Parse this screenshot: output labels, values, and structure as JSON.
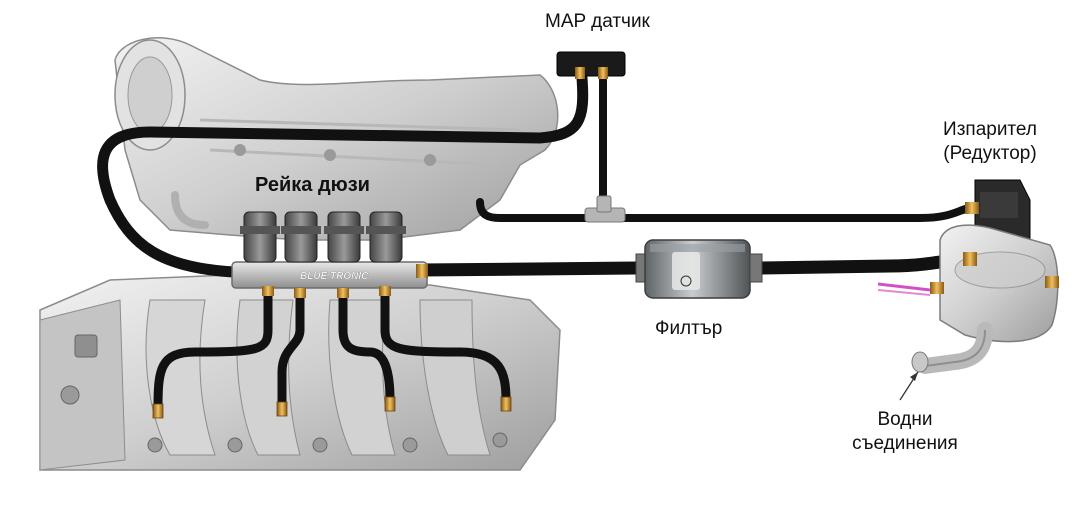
{
  "labels": {
    "map_sensor": "MAP датчик",
    "injector_rail": "Рейка дюзи",
    "vaporizer_line1": "Изпарител",
    "vaporizer_line2": "(Редуктор)",
    "filter": "Филтър",
    "water_line1": "Водни",
    "water_line2": "съединения",
    "rail_brand": "BLUE TRONIC"
  },
  "colors": {
    "hose": "#111111",
    "manifold": "#d9d9d9",
    "manifold_shadow": "#a9a9a9",
    "brass": "#c9902e",
    "filter_body": "#8a8f92",
    "injector": "#6e6e6e",
    "reducer": "#bfbfbf",
    "heater_wire": "#d24fc4"
  }
}
